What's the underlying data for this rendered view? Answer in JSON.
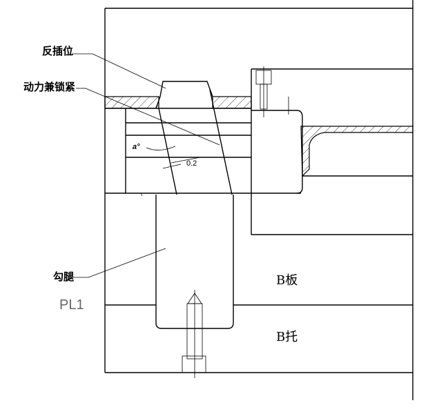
{
  "labels": {
    "reverse_insert": "反插位",
    "power_lock": "动力兼锁紧",
    "hook_leg": "勾腿",
    "parting_line": "PL1",
    "b_plate": "B板",
    "b_support": "B托"
  },
  "dimensions": {
    "angle": "a°",
    "clearance": "0.2"
  }
}
